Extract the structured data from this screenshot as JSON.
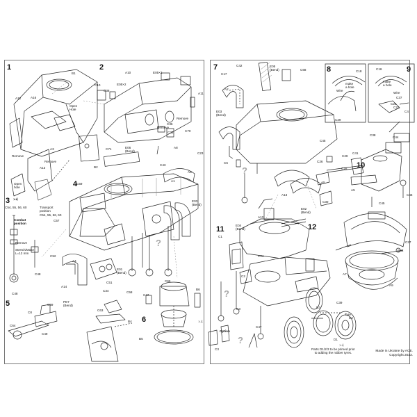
{
  "steps": [
    "1",
    "2",
    "3",
    "4",
    "5",
    "6",
    "7",
    "8",
    "9",
    "10",
    "11",
    "12"
  ],
  "qty_markers": {
    "s3": "×4",
    "s4": "×4",
    "s12": "×4"
  },
  "parts": {
    "A12": "A12",
    "A16": "A16",
    "B1": "B1",
    "A3": "A3",
    "B2": "B2",
    "A13": "A13",
    "A10": "A10",
    "E05x2": "E05×2",
    "E05x2b": "E05×2",
    "C10": "C10",
    "C38": "C38",
    "A11": "A11",
    "C36": "C36",
    "C35": "C35",
    "C70": "C70",
    "C71": "C71",
    "E06": "E06",
    "A8": "A8",
    "C23": "C23",
    "C43": "C43",
    "A1": "A1",
    "C59": "C59",
    "C57": "C57",
    "E03": "E03",
    "C48": "C48",
    "C52": "C52",
    "A4": "A4",
    "A14": "A14",
    "C51": "C51",
    "C34": "C34",
    "C58": "C58",
    "C63": "C63",
    "E01": "E01",
    "C47": "C47",
    "C66": "C66",
    "B6": "B6",
    "B4": "B4",
    "B5": "B5",
    "C69": "C69",
    "C8": "C8",
    "C64": "C64",
    "C49": "C49",
    "PE7": "PE7",
    "C17": "C17",
    "C42": "C42",
    "E05": "E05",
    "C68": "C68",
    "A2": "A2",
    "E03b": "E03",
    "C45": "C45",
    "C30": "C30",
    "A5": "A5",
    "E02": "E02",
    "C18": "C18",
    "C29": "C29",
    "C28": "C28",
    "C27": "C27",
    "C25": "C25",
    "C4": "C4",
    "C16": "C16",
    "C44": "C44",
    "C41": "C41",
    "C46": "C46",
    "C32": "C32",
    "C39": "C39",
    "D3": "D3",
    "D2": "D2",
    "D1": "D1",
    "C1": "C1",
    "C2": "C2",
    "E04": "E04",
    "C3": "C3",
    "C26": "C26",
    "C6": "C6",
    "C24": "C24",
    "C47b": "C47",
    "C3b": "C3",
    "C37": "C37",
    "A7": "A7",
    "A9": "A9",
    "A6": "A6",
    "C22": "C22"
  },
  "notes": {
    "open_hole": "Open\nHole",
    "open_hole2": "Open\nhole",
    "remove": "Remove",
    "remove2": "Remove",
    "remove3": "Remove",
    "remove4": "Remove",
    "remove_s3": "Remove",
    "bend": "(Bend)",
    "bend2": "(Bend)",
    "bend3": "(Bend)",
    "bend4": "(Bend)",
    "bend5": "(Bend)",
    "bend6": "(Bend)",
    "transport_position": "Transport\nposition",
    "combat_position": "Combat\nposition",
    "s3_parts": "C54, 55, 56, 60",
    "s3_parts2": "C54, 55, 56, 60",
    "stretch": "Stretch/Make\nL=12 mm",
    "option": "Option",
    "wire": "Wire",
    "wire2": "Wire",
    "make_hole": "make\na hole",
    "make_hole2": "make\na hole",
    "tyre": "Tyre",
    "tyre_note": "Parts D1/2/3 to be primed prior\nto adding the rubber tyres.",
    "made_in": "Made in Ukraine by ACE.",
    "copyright": "Copyright 2023."
  }
}
